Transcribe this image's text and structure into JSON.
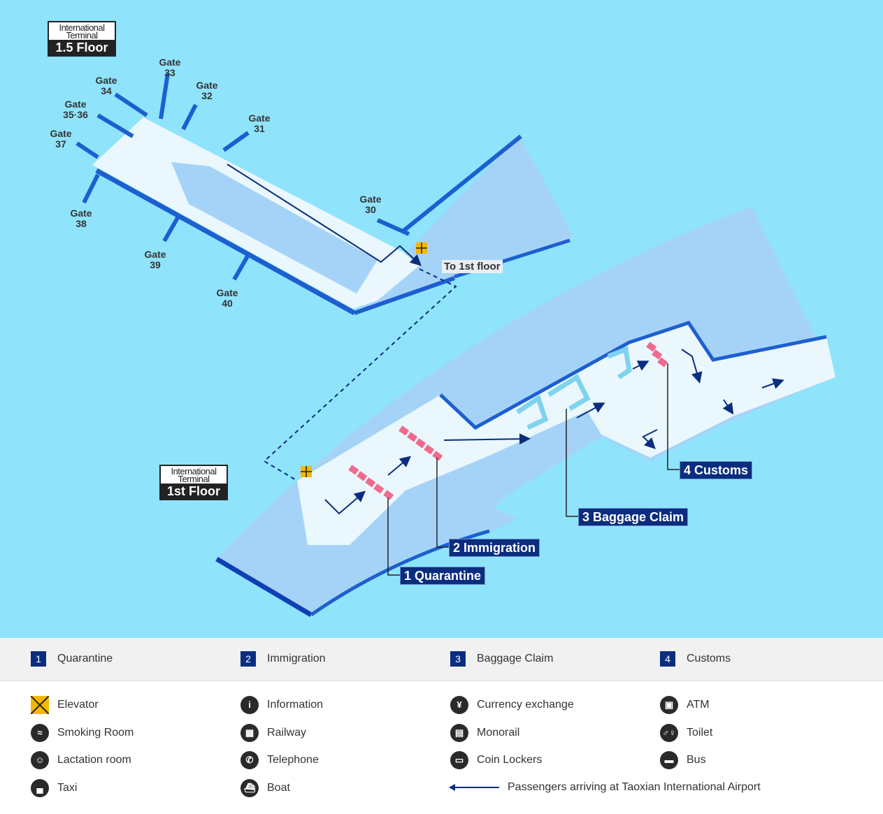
{
  "map": {
    "upper_floor": {
      "title": "International Terminal",
      "floor": "1.5 Floor"
    },
    "lower_floor": {
      "title": "International Terminal",
      "floor": "1st Floor"
    },
    "gates": [
      {
        "label": "Gate",
        "num": "33"
      },
      {
        "label": "Gate",
        "num": "34"
      },
      {
        "label": "Gate",
        "num": "32"
      },
      {
        "label": "Gate",
        "num": "35·36"
      },
      {
        "label": "Gate",
        "num": "31"
      },
      {
        "label": "Gate",
        "num": "37"
      },
      {
        "label": "Gate",
        "num": "38"
      },
      {
        "label": "Gate",
        "num": "30"
      },
      {
        "label": "Gate",
        "num": "39"
      },
      {
        "label": "Gate",
        "num": "40"
      }
    ],
    "to_first_floor": "To 1st floor",
    "steps": [
      "1 Quarantine",
      "2 Immigration",
      "3 Baggage Claim",
      "4 Customs"
    ],
    "colors": {
      "water": "#8fe4fb",
      "floor": "#eaf7fd",
      "area": "#a5d3f8",
      "wall": "#1d5fd0",
      "label": "#0b2d7e",
      "counter": "#f06a8e"
    }
  },
  "legend": {
    "steps": [
      {
        "num": "1",
        "label": "Quarantine"
      },
      {
        "num": "2",
        "label": "Immigration"
      },
      {
        "num": "3",
        "label": "Baggage Claim"
      },
      {
        "num": "4",
        "label": "Customs"
      }
    ],
    "icons": [
      {
        "icon": "elevator-icon",
        "glyph": "",
        "label": "Elevator"
      },
      {
        "icon": "information-icon",
        "glyph": "i",
        "label": "Information"
      },
      {
        "icon": "currency-exchange-icon",
        "glyph": "¥",
        "label": "Currency exchange"
      },
      {
        "icon": "atm-icon",
        "glyph": "▣",
        "label": "ATM"
      },
      {
        "icon": "smoking-room-icon",
        "glyph": "≈",
        "label": "Smoking Room"
      },
      {
        "icon": "railway-icon",
        "glyph": "▦",
        "label": "Railway"
      },
      {
        "icon": "monorail-icon",
        "glyph": "▤",
        "label": "Monorail"
      },
      {
        "icon": "toilet-icon",
        "glyph": "♂♀",
        "label": "Toilet"
      },
      {
        "icon": "lactation-room-icon",
        "glyph": "☺",
        "label": "Lactation room"
      },
      {
        "icon": "telephone-icon",
        "glyph": "✆",
        "label": "Telephone"
      },
      {
        "icon": "coin-lockers-icon",
        "glyph": "▭",
        "label": "Coin Lockers"
      },
      {
        "icon": "bus-icon",
        "glyph": "▬",
        "label": "Bus"
      },
      {
        "icon": "taxi-icon",
        "glyph": "▄",
        "label": "Taxi"
      },
      {
        "icon": "boat-icon",
        "glyph": "⛴",
        "label": "Boat"
      }
    ],
    "route": "Passengers arriving at Taoxian International Airport"
  }
}
